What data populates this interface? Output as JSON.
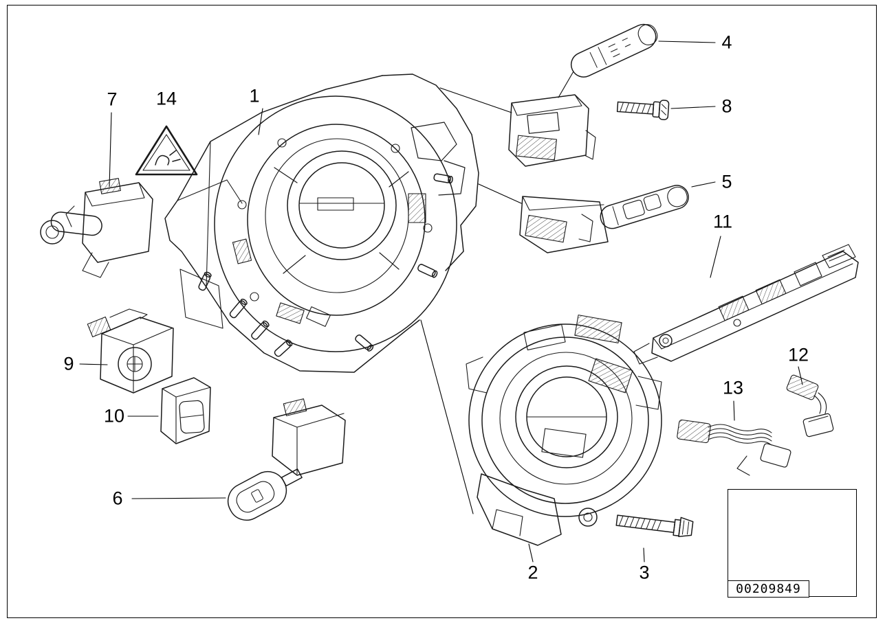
{
  "diagram": {
    "part_number": "00209849",
    "colors": {
      "line": "#1a1a1a",
      "background": "#ffffff"
    },
    "callouts": {
      "c1": "1",
      "c2": "2",
      "c3": "3",
      "c4": "4",
      "c5": "5",
      "c6": "6",
      "c7": "7",
      "c8": "8",
      "c9": "9",
      "c10": "10",
      "c11": "11",
      "c12": "12",
      "c13": "13",
      "c14": "14"
    }
  }
}
